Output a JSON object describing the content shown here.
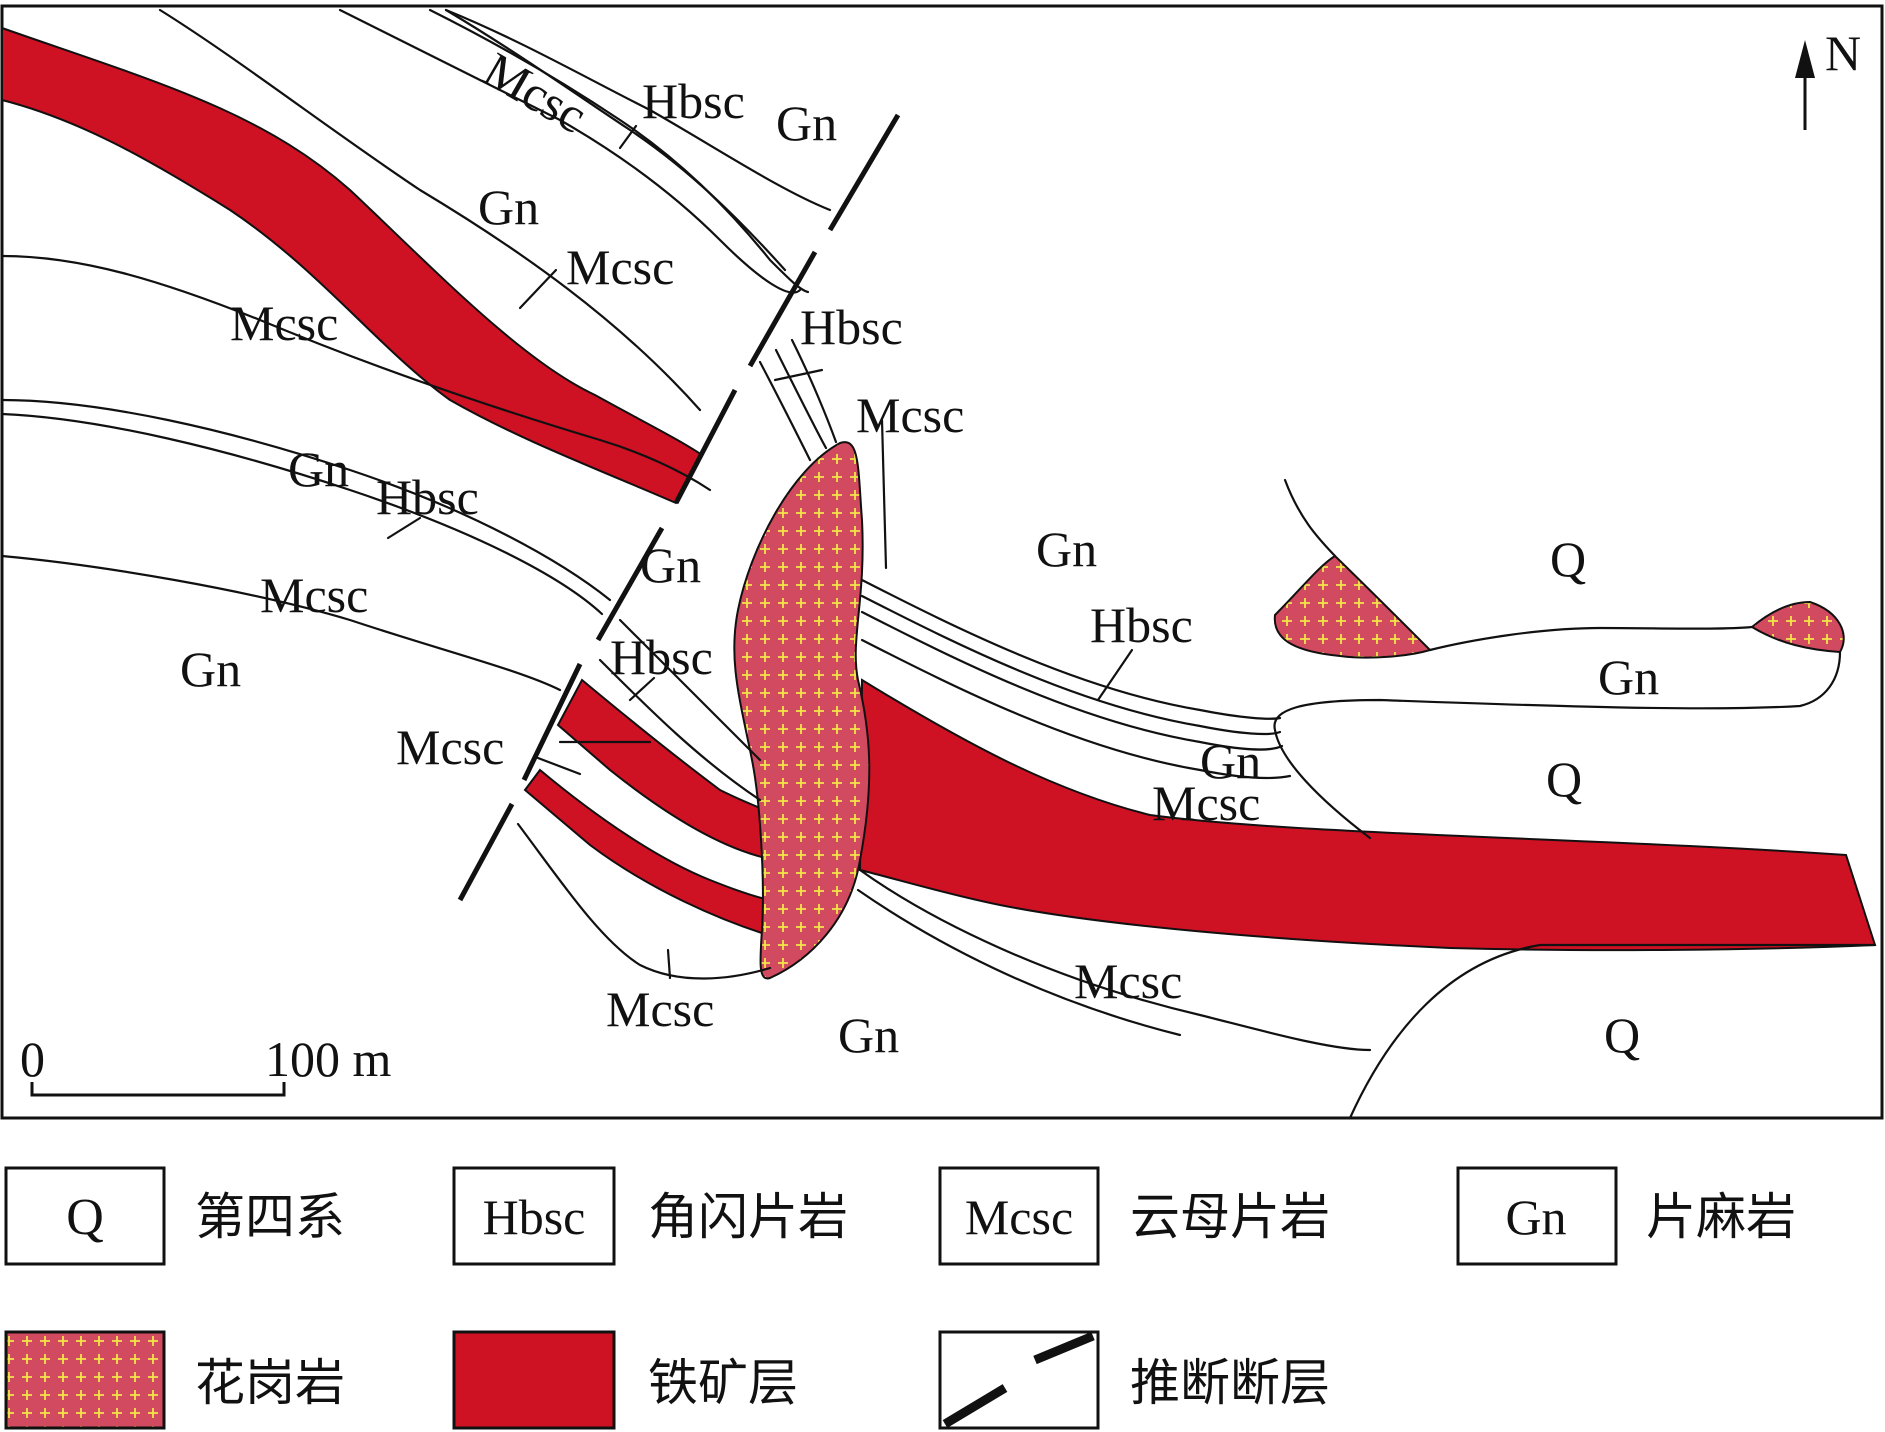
{
  "colors": {
    "ore_layer": "#cf1124",
    "granite_fill": "#d24a60",
    "granite_cross": "#f2e64a",
    "outline": "#111111",
    "background": "#ffffff"
  },
  "north_arrow": {
    "label": "N"
  },
  "scale_bar": {
    "start_label": "0",
    "end_label": "100 m"
  },
  "map_labels": {
    "mcsc_top": "Mcsc",
    "hbsc_top": "Hbsc",
    "gn_top_right": "Gn",
    "gn_upper_left": "Gn",
    "mcsc_upper_mid": "Mcsc",
    "mcsc_left_upper": "Mcsc",
    "hbsc_center": "Hbsc",
    "mcsc_center": "Mcsc",
    "gn_left": "Gn",
    "hbsc_left": "Hbsc",
    "gn_center": "Gn",
    "mcsc_left_lower": "Mcsc",
    "gn_lower_left": "Gn",
    "hbsc_lower_center": "Hbsc",
    "mcsc_lower_left": "Mcsc",
    "gn_mid_right": "Gn",
    "hbsc_right": "Hbsc",
    "q_upper_right": "Q",
    "gn_right": "Gn",
    "q_mid_right": "Q",
    "gn_small": "Gn",
    "mcsc_right": "Mcsc",
    "mcsc_bottom_mid": "Mcsc",
    "mcsc_bottom_left": "Mcsc",
    "gn_bottom": "Gn",
    "q_bottom_right": "Q"
  },
  "legend": {
    "items": [
      {
        "symbol_text": "Q",
        "label": "第四系"
      },
      {
        "symbol_text": "Hbsc",
        "label": "角闪片岩"
      },
      {
        "symbol_text": "Mcsc",
        "label": "云母片岩"
      },
      {
        "symbol_text": "Gn",
        "label": "片麻岩"
      },
      {
        "symbol_text": "",
        "label": "花岗岩"
      },
      {
        "symbol_text": "",
        "label": "铁矿层"
      },
      {
        "symbol_text": "",
        "label": "推断断层"
      }
    ]
  }
}
